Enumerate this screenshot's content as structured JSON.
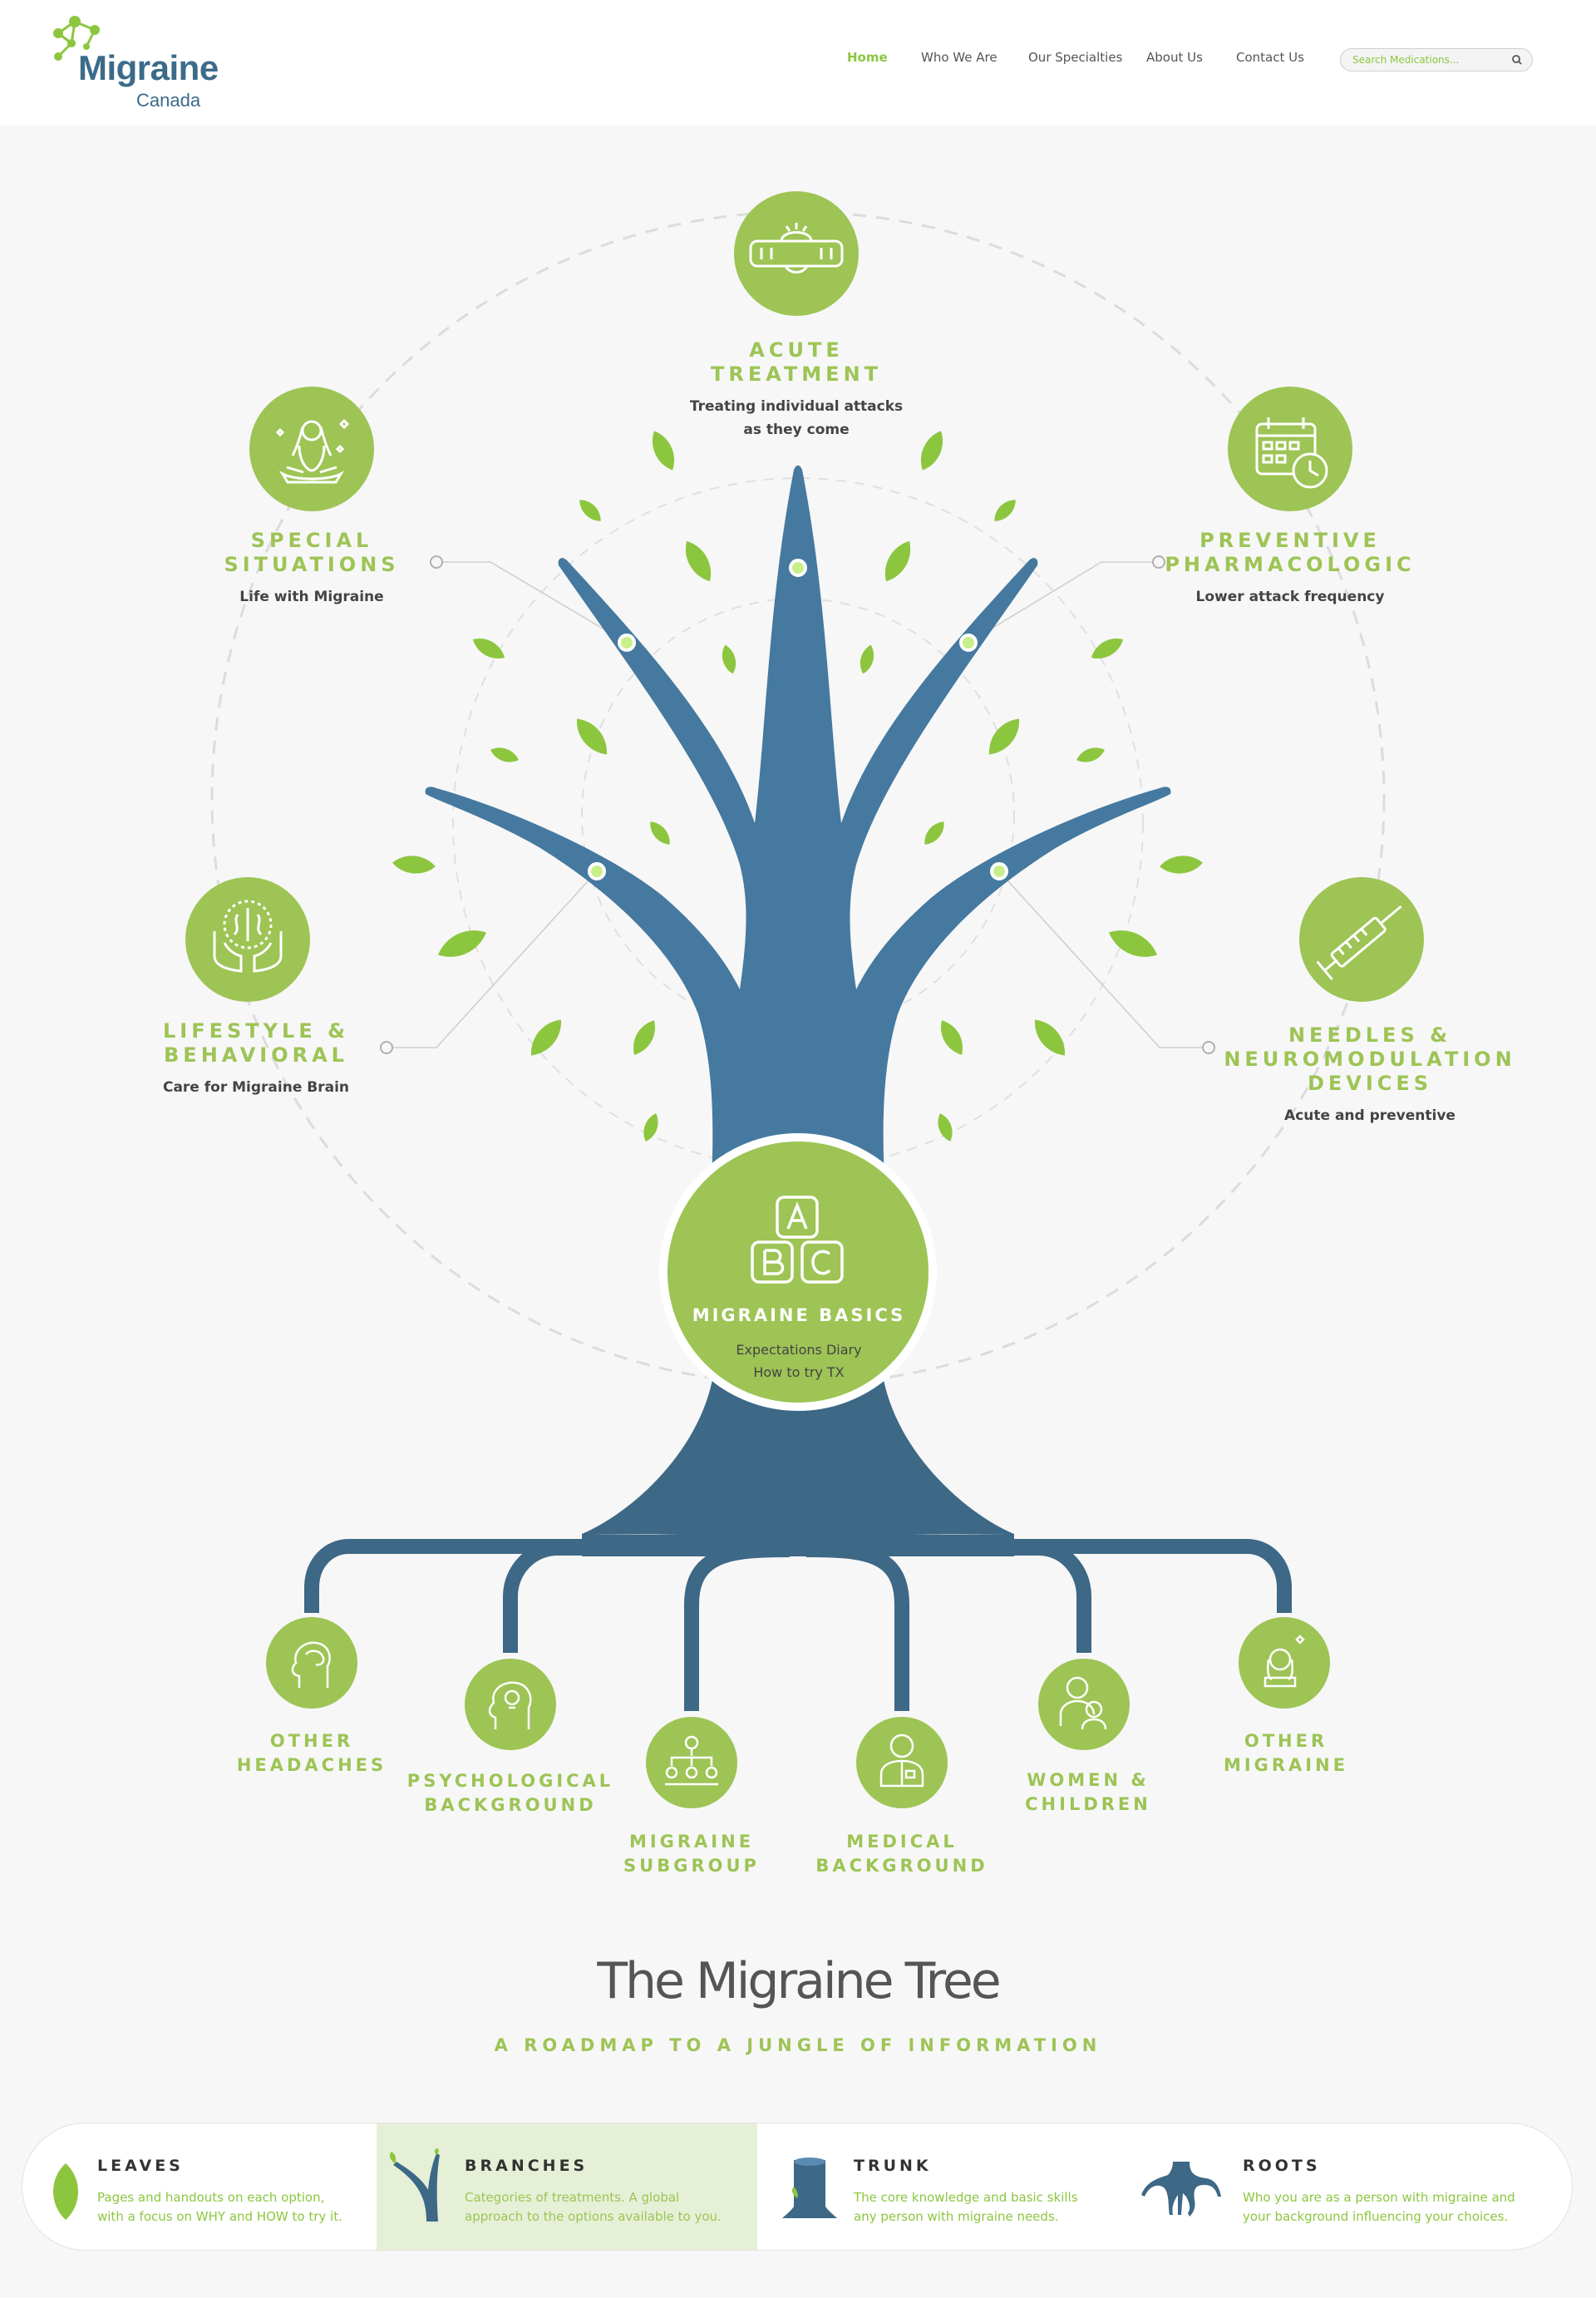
{
  "brand": {
    "name": "Migraine",
    "sub": "Canada"
  },
  "nav": {
    "items": [
      {
        "label": "Home",
        "active": true
      },
      {
        "label": "Who We Are"
      },
      {
        "label": "Our Specialties"
      },
      {
        "label": "About Us"
      },
      {
        "label": "Contact Us"
      }
    ],
    "search_placeholder": "Search Medications..."
  },
  "colors": {
    "green": "#9dc455",
    "blue": "#5fa5d3",
    "dark_blue": "#3d6886",
    "highlight": "#e6f0d7"
  },
  "categories": [
    {
      "id": "acute",
      "title_lines": [
        "Acute",
        "Treatment"
      ],
      "desc_lines": [
        "Treating individual attacks",
        "as they come"
      ],
      "icon": "pill-icon"
    },
    {
      "id": "special",
      "title_lines": [
        "Special",
        "Situations"
      ],
      "desc_lines": [
        "Life with Migraine"
      ],
      "icon": "meditation-icon"
    },
    {
      "id": "preventive",
      "title_lines": [
        "Preventive",
        "Pharmacologic"
      ],
      "desc_lines": [
        "Lower attack frequency"
      ],
      "icon": "calendar-clock-icon"
    },
    {
      "id": "lifestyle",
      "title_lines": [
        "Lifestyle &",
        "Behavioral"
      ],
      "desc_lines": [
        "Care for Migraine Brain"
      ],
      "icon": "brain-hands-icon"
    },
    {
      "id": "needles",
      "title_lines": [
        "Needles &",
        "Neuromodulation",
        "Devices"
      ],
      "desc_lines": [
        "Acute and preventive"
      ],
      "icon": "syringe-icon"
    }
  ],
  "basics": {
    "title": "MIGRAINE BASICS",
    "desc_lines": [
      "Expectations Diary",
      "How to try TX"
    ],
    "icon": "abc-blocks-icon"
  },
  "roots": [
    {
      "lines": [
        "Other",
        "Headaches"
      ],
      "icon": "head-brain-icon"
    },
    {
      "lines": [
        "Psychological",
        "Background"
      ],
      "icon": "head-bulb-icon"
    },
    {
      "lines": [
        "Migraine",
        "Subgroup"
      ],
      "icon": "hierarchy-icon"
    },
    {
      "lines": [
        "Medical",
        "Background"
      ],
      "icon": "doctor-icon"
    },
    {
      "lines": [
        "Women &",
        "Children"
      ],
      "icon": "mother-child-icon"
    },
    {
      "lines": [
        "Other",
        "Migraine"
      ],
      "icon": "woman-sparkle-icon"
    }
  ],
  "heading": {
    "title": "The Migraine Tree",
    "subtitle": "A ROADMAP TO A JUNGLE OF INFORMATION"
  },
  "legend": [
    {
      "title": "LEAVES",
      "desc_lines": [
        "Pages and handouts on each option,",
        "with a focus on WHY and HOW to try it."
      ],
      "icon": "leaf-icon"
    },
    {
      "title": "BRANCHES",
      "desc_lines": [
        "Categories of treatments. A global",
        "approach to the options available to you."
      ],
      "icon": "branch-icon"
    },
    {
      "title": "TRUNK",
      "desc_lines": [
        "The core knowledge and basic skills",
        "any person with migraine needs."
      ],
      "icon": "trunk-icon"
    },
    {
      "title": "ROOTS",
      "desc_lines": [
        "Who you are as a person with migraine and",
        "your background influencing your choices."
      ],
      "icon": "roots-icon"
    }
  ]
}
